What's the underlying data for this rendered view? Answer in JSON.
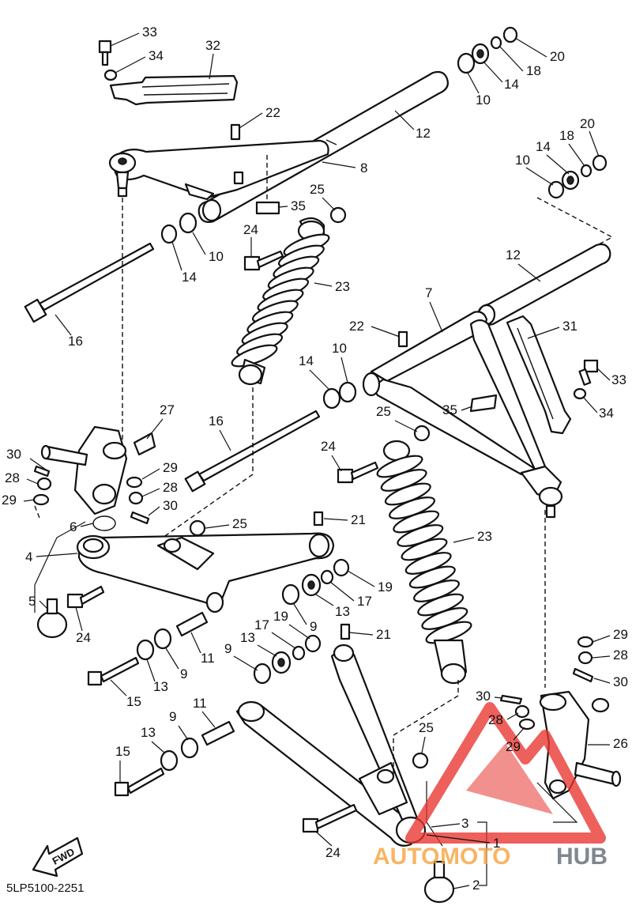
{
  "diagram": {
    "callouts": [
      {
        "id": "c33a",
        "text": "33"
      },
      {
        "id": "c34a",
        "text": "34"
      },
      {
        "id": "c32",
        "text": "32"
      },
      {
        "id": "c20a",
        "text": "20"
      },
      {
        "id": "c18a",
        "text": "18"
      },
      {
        "id": "c14a",
        "text": "14"
      },
      {
        "id": "c10a",
        "text": "10"
      },
      {
        "id": "c22a",
        "text": "22"
      },
      {
        "id": "c12a",
        "text": "12"
      },
      {
        "id": "c8",
        "text": "8"
      },
      {
        "id": "c20b",
        "text": "20"
      },
      {
        "id": "c18b",
        "text": "18"
      },
      {
        "id": "c14b",
        "text": "14"
      },
      {
        "id": "c10b",
        "text": "10"
      },
      {
        "id": "c25a",
        "text": "25"
      },
      {
        "id": "c35a",
        "text": "35"
      },
      {
        "id": "c24a",
        "text": "24"
      },
      {
        "id": "c10c",
        "text": "10"
      },
      {
        "id": "c14c",
        "text": "14"
      },
      {
        "id": "c23a",
        "text": "23"
      },
      {
        "id": "c12b",
        "text": "12"
      },
      {
        "id": "c16a",
        "text": "16"
      },
      {
        "id": "c7",
        "text": "7"
      },
      {
        "id": "c22b",
        "text": "22"
      },
      {
        "id": "c31",
        "text": "31"
      },
      {
        "id": "c10d",
        "text": "10"
      },
      {
        "id": "c14d",
        "text": "14"
      },
      {
        "id": "c33b",
        "text": "33"
      },
      {
        "id": "c27",
        "text": "27"
      },
      {
        "id": "c35b",
        "text": "35"
      },
      {
        "id": "c34b",
        "text": "34"
      },
      {
        "id": "c16b",
        "text": "16"
      },
      {
        "id": "c25b",
        "text": "25"
      },
      {
        "id": "c30a",
        "text": "30"
      },
      {
        "id": "c24b",
        "text": "24"
      },
      {
        "id": "c28a",
        "text": "28"
      },
      {
        "id": "c29a",
        "text": "29"
      },
      {
        "id": "c29b",
        "text": "29"
      },
      {
        "id": "c28b",
        "text": "28"
      },
      {
        "id": "c30b",
        "text": "30"
      },
      {
        "id": "c6",
        "text": "6"
      },
      {
        "id": "c25c",
        "text": "25"
      },
      {
        "id": "c21a",
        "text": "21"
      },
      {
        "id": "c4",
        "text": "4"
      },
      {
        "id": "c23b",
        "text": "23"
      },
      {
        "id": "c19a",
        "text": "19"
      },
      {
        "id": "c17a",
        "text": "17"
      },
      {
        "id": "c13a",
        "text": "13"
      },
      {
        "id": "c5",
        "text": "5"
      },
      {
        "id": "c24c",
        "text": "24"
      },
      {
        "id": "c9a",
        "text": "9"
      },
      {
        "id": "c19b",
        "text": "19"
      },
      {
        "id": "c17b",
        "text": "17"
      },
      {
        "id": "c21b",
        "text": "21"
      },
      {
        "id": "c11a",
        "text": "11"
      },
      {
        "id": "c13b",
        "text": "13"
      },
      {
        "id": "c9b",
        "text": "9"
      },
      {
        "id": "c13c",
        "text": "13"
      },
      {
        "id": "c9c",
        "text": "9"
      },
      {
        "id": "c15a",
        "text": "15"
      },
      {
        "id": "c29c",
        "text": "29"
      },
      {
        "id": "c28c",
        "text": "28"
      },
      {
        "id": "c30c",
        "text": "30"
      },
      {
        "id": "c11b",
        "text": "11"
      },
      {
        "id": "c9d",
        "text": "9"
      },
      {
        "id": "c30d",
        "text": "30"
      },
      {
        "id": "c28d",
        "text": "28"
      },
      {
        "id": "c13d",
        "text": "13"
      },
      {
        "id": "c25d",
        "text": "25"
      },
      {
        "id": "c29d",
        "text": "29"
      },
      {
        "id": "c26",
        "text": "26"
      },
      {
        "id": "c15b",
        "text": "15"
      },
      {
        "id": "c3",
        "text": "3"
      },
      {
        "id": "c1",
        "text": "1"
      },
      {
        "id": "c24d",
        "text": "24"
      },
      {
        "id": "c2",
        "text": "2"
      }
    ],
    "fwd_label": "FWD",
    "diagram_code": "5LP5100-2251",
    "watermark": {
      "part1": "AUTO",
      "part2": "MOTO",
      "part3": "HUB"
    }
  },
  "colors": {
    "line": "#111111",
    "watermark_red": "#e8342f",
    "watermark_orange": "#f6a13a",
    "watermark_gray": "#5d6670"
  }
}
